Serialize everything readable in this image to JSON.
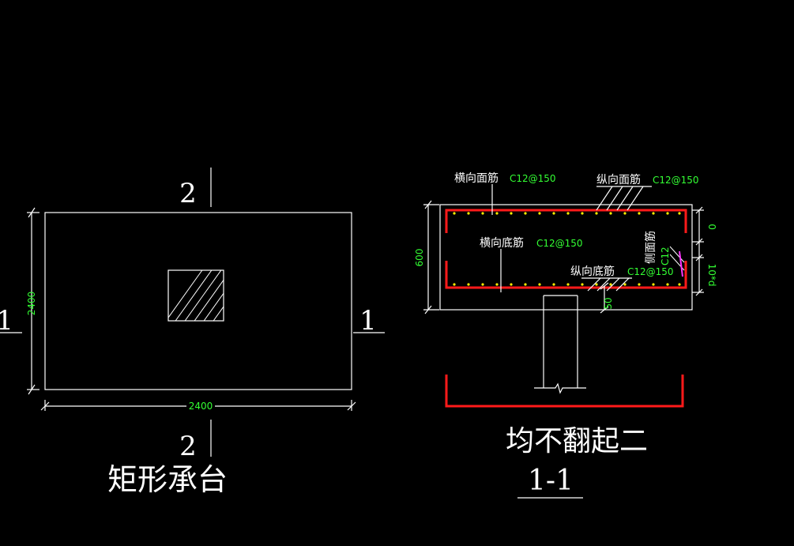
{
  "colors": {
    "background": "#000000",
    "line": "#ffffff",
    "dimension_text": "#33ff33",
    "rebar": "#ff1a1a",
    "rebar_dots": "#ffee00",
    "side_rebar_text": "#ff33ff"
  },
  "plan_view": {
    "title": "矩形承台",
    "width_dim": "2400",
    "height_dim": "2400",
    "section_1_left": "1",
    "section_1_right": "1",
    "section_2_top": "2",
    "section_2_bottom": "2"
  },
  "section_view": {
    "title": "1-1",
    "note": "均不翻起二",
    "height_dim": "600",
    "top_transverse_label": "横向面筋",
    "top_transverse_spec": "C12@150",
    "top_longitudinal_label": "纵向面筋",
    "top_longitudinal_spec": "C12@150",
    "bottom_transverse_label": "横向底筋",
    "bottom_transverse_spec": "C12@150",
    "bottom_longitudinal_label": "纵向底筋",
    "bottom_longitudinal_spec": "C12@150",
    "side_label": "侧面筋",
    "side_spec": "C12",
    "cover_dim": "50",
    "right_dim_top": "0",
    "right_dim_bottom": "10*d"
  }
}
